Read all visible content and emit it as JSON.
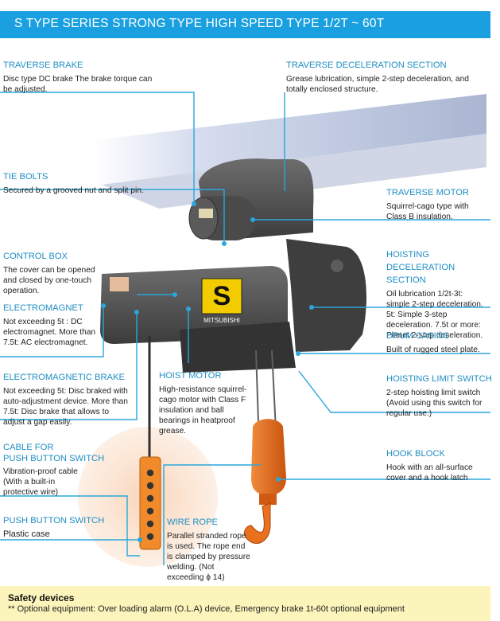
{
  "header": {
    "title": "S TYPE SERIES STRONG TYPE HIGH SPEED TYPE 1/2T ~ 60T"
  },
  "colors": {
    "accent": "#1aa0e0",
    "label": "#1f8ec4",
    "hook": "#e86a1c",
    "footer_bg": "#fbf4bb"
  },
  "product": {
    "brand_letter": "S",
    "brand_name": "MITSUBISHI"
  },
  "callouts": {
    "traverse_brake": {
      "title": "TRAVERSE BRAKE",
      "desc": "Disc type DC brake The brake torque can be adjusted."
    },
    "traverse_deceleration": {
      "title": "TRAVERSE DECELERATION SECTION",
      "desc": "Grease lubrication, simple 2-step deceleration, and totally enclosed structure."
    },
    "tie_bolts": {
      "title": "TIE BOLTS",
      "desc": "Secured by a grooved nut and split pin."
    },
    "traverse_motor": {
      "title": "TRAVERSE MOTOR",
      "desc": "Squirrel-cago type with Class B insulation."
    },
    "control_box": {
      "title": "CONTROL BOX",
      "desc": "The cover can be opened and closed by one-touch operation."
    },
    "hoisting_deceleration": {
      "title": "HOISTING DECELERATION SECTION",
      "desc": "Oil lubrication 1/2t-3t: simple 2-step deceleration. 5t: Simple 3-step deceleration. 7.5t or more: Planet 2-stap deceleration."
    },
    "electromagnet": {
      "title": "ELECTROMAGNET",
      "desc": "Not exceeding 5t : DC electromagnet. More than 7.5t: AC electromagnet."
    },
    "drum_casing": {
      "title": "DRUM CASING",
      "desc": "Built of rugged steel plate."
    },
    "hoist_motor": {
      "title": "HOIST MOTOR",
      "desc": "High-resistance squirrel-cago motor with Class F insulation and ball bearings in heatproof grease."
    },
    "hoisting_limit_switch": {
      "title": "HOISTING LIMIT SWITCH",
      "desc": "2-step hoisting limit switch (Avoid using this switch for regular use.)"
    },
    "electromagnetic_brake": {
      "title": "ELECTROMAGNETIC BRAKE",
      "desc": "Not exceeding 5t: Disc braked with auto-adjustment device. More than 7.5t: Disc brake that allows to adjust a gap easily."
    },
    "cable_push_button": {
      "title1": "CABLE FOR",
      "title2": "PUSH BUTTON SWITCH",
      "desc": "Vibration-proof cable (With a built-in protective wire)"
    },
    "hook_block": {
      "title": "HOOK BLOCK",
      "desc": "Hook with an all-surface cover and a hook latch"
    },
    "push_button_switch": {
      "title": "PUSH BUTTON SWITCH",
      "desc": "Plastic case"
    },
    "wire_rope": {
      "title": "WIRE ROPE",
      "desc": "Parallel stranded rope is used. The rope end is clamped by pressure welding. (Not exceeding ϕ 14)"
    }
  },
  "footer": {
    "title": "Safety devices",
    "desc": "** Optional equipment: Over loading alarm (O.L.A) device, Emergency brake 1t-60t optional equipment"
  }
}
